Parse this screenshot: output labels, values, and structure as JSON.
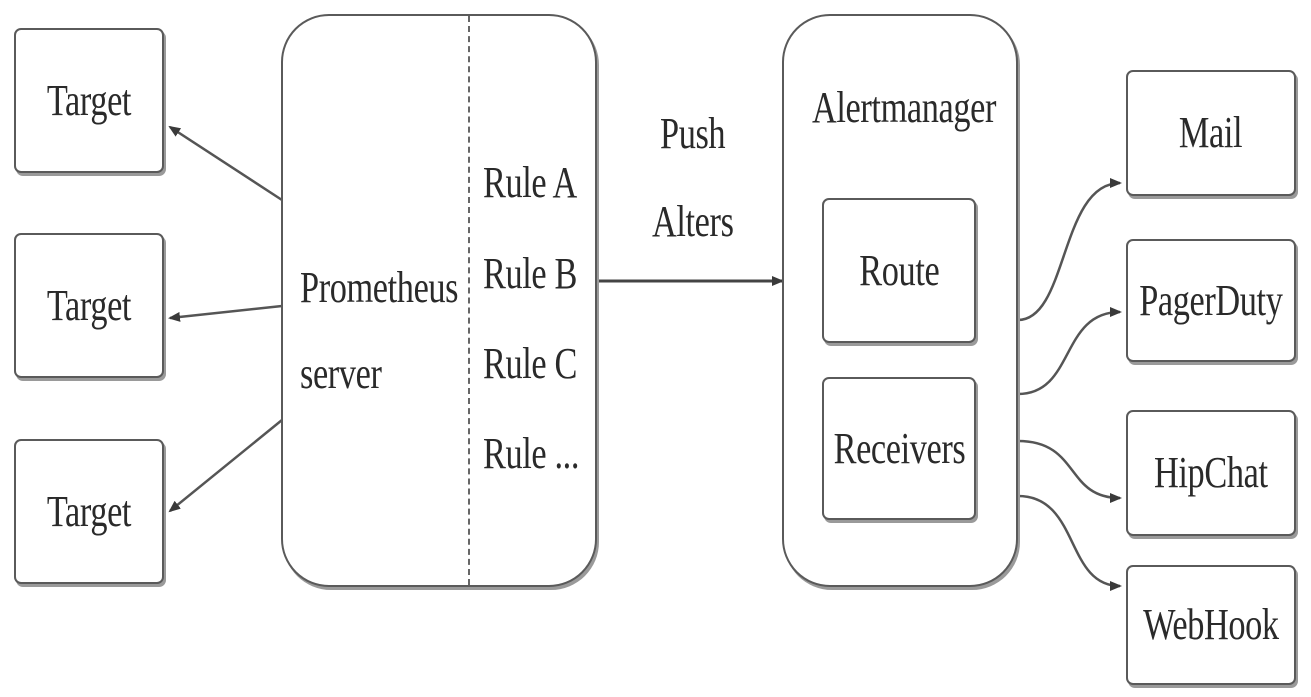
{
  "targets": [
    {
      "label": "Target"
    },
    {
      "label": "Target"
    },
    {
      "label": "Target"
    }
  ],
  "prometheus": {
    "line1": "Prometheus",
    "line2": "server",
    "rules": [
      "Rule A",
      "Rule B",
      "Rule C",
      "Rule ..."
    ]
  },
  "push": {
    "line1": "Push",
    "line2": "Alters"
  },
  "alertmanager": {
    "title": "Alertmanager",
    "route": "Route",
    "receivers": "Receivers"
  },
  "outputs": [
    {
      "label": "Mail"
    },
    {
      "label": "PagerDuty"
    },
    {
      "label": "HipChat"
    },
    {
      "label": "WebHook"
    }
  ]
}
